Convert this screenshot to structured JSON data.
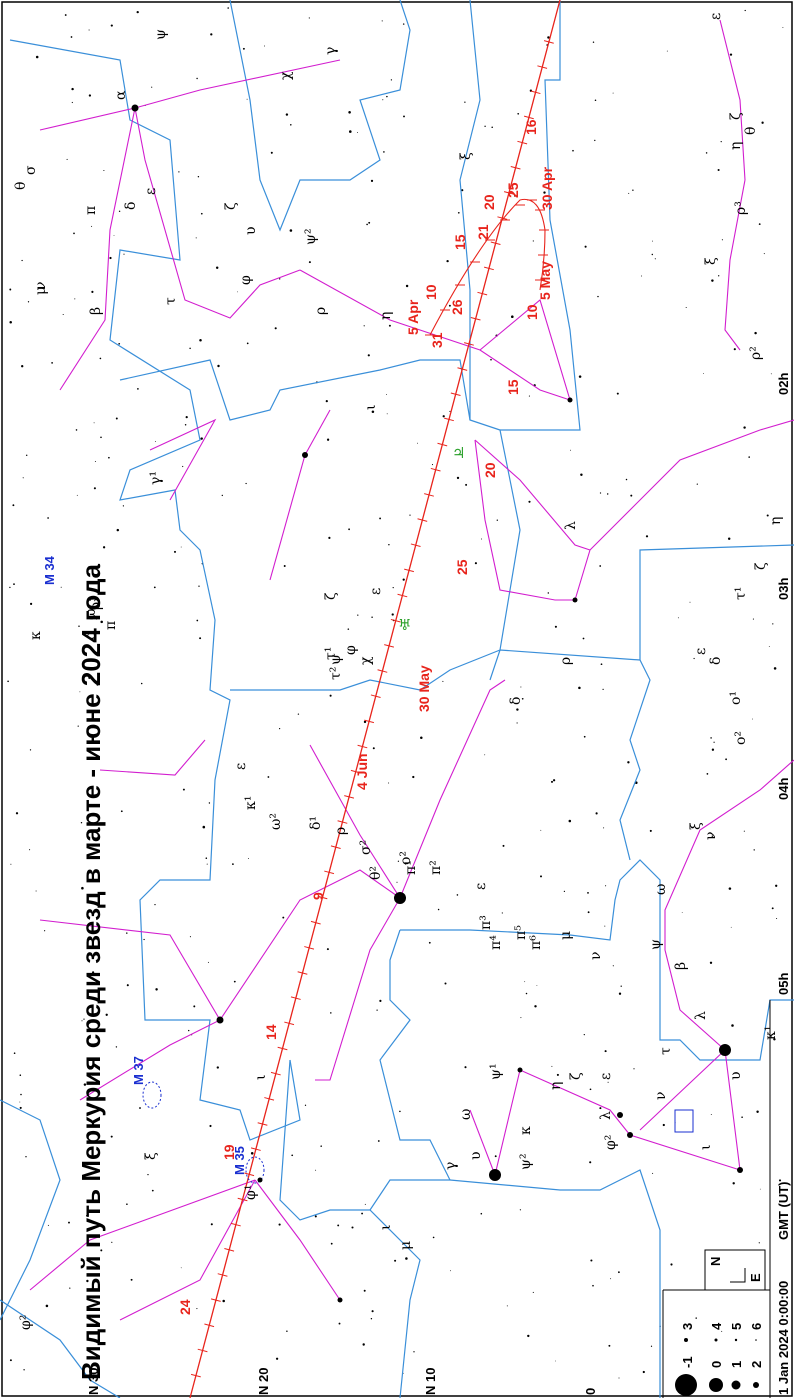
{
  "chart": {
    "title": "Видимый путь Меркурия среди звезд в марте - июне 2024 года",
    "timestamp": "1 Jan 2024 0:00:00",
    "timezone": "GMT (UT)",
    "compass": {
      "north": "N",
      "east": "E"
    },
    "magnitude_scale": [
      "-1",
      "0",
      "1",
      "2",
      "3",
      "4",
      "5",
      "6"
    ],
    "ra_labels": [
      "02h",
      "03h",
      "04h",
      "05h"
    ],
    "dec_labels": [
      "N 30",
      "N 20",
      "N 10",
      "0"
    ],
    "date_labels": [
      "5 Apr",
      "10",
      "15",
      "20",
      "25",
      "30 Apr",
      "5 May",
      "10",
      "15",
      "20",
      "25",
      "30 May",
      "4 Jun",
      "9",
      "14",
      "19",
      "24",
      "16",
      "21",
      "26",
      "31"
    ],
    "planets": [
      "♃",
      "♅"
    ],
    "deep_sky": [
      "M 34",
      "M 37",
      "M 35"
    ],
    "colors": {
      "boundary": "#3a8fd9",
      "figure": "#d21ecf",
      "mercury_path": "#e8241c",
      "planet": "#2aa02a",
      "messier": "#1a2fd0"
    }
  },
  "greek_letters": [
    "ψ",
    "γ",
    "χ",
    "α",
    "θ",
    "σ",
    "π",
    "δ",
    "ε",
    "ζ",
    "υ",
    "ν",
    "μ",
    "β",
    "τ",
    "φ",
    "ψ²",
    "ρ",
    "η",
    "ξ",
    "λ",
    "ι",
    "γ¹",
    "κ",
    "ο",
    "ω",
    "π",
    "ρ³",
    "δ",
    "ε",
    "ζ",
    "τ¹",
    "τ²",
    "ψ",
    "φ",
    "χ",
    "ε",
    "κ¹",
    "ω²",
    "δ¹",
    "ρ",
    "σ²",
    "θ²",
    "ο²",
    "π¹",
    "π²",
    "π³",
    "π⁴",
    "π⁵",
    "π⁶",
    "μ",
    "ν",
    "γ",
    "ψ²",
    "ψ¹",
    "η",
    "ζ",
    "ε",
    "λ",
    "φ²",
    "ω",
    "υ",
    "κ",
    "ν",
    "ξ",
    "ι",
    "μ",
    "ι",
    "φ¹",
    "φ²",
    "ζ",
    "θ",
    "η",
    "ξ",
    "ρ³",
    "ρ²",
    "ε",
    "δ",
    "ο¹",
    "ο²",
    "ξ",
    "ν",
    "ω",
    "ψ",
    "β",
    "λ",
    "τ",
    "υ",
    "ι",
    "κ¹",
    "ε",
    "ρ",
    "η",
    "ζ",
    "τ¹",
    "ε"
  ]
}
